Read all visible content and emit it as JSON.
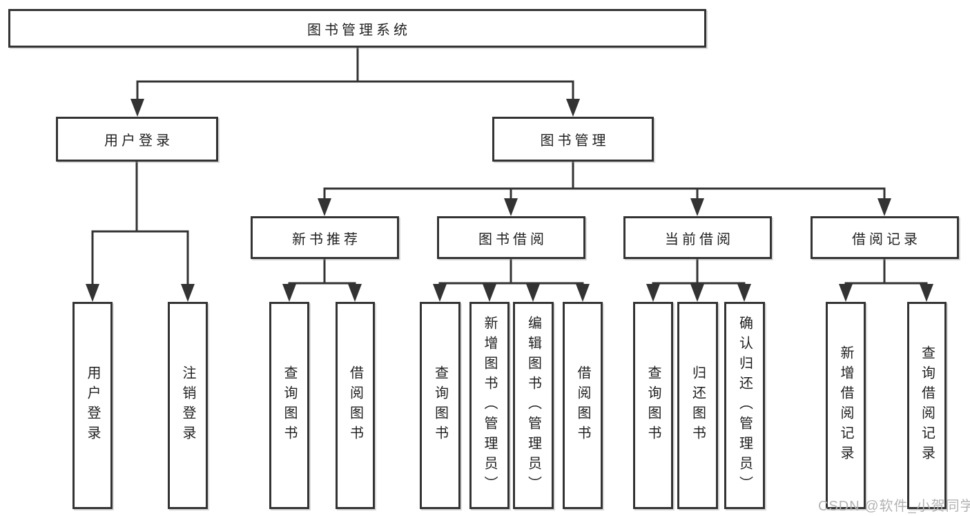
{
  "tree": {
    "root": {
      "label": "图书管理系统"
    },
    "branches": [
      {
        "label": "用户登录",
        "children": [
          {
            "label": "用户登录"
          },
          {
            "label": "注销登录"
          }
        ]
      },
      {
        "label": "图书管理",
        "groups": [
          {
            "label": "新书推荐",
            "children": [
              {
                "label": "查询图书"
              },
              {
                "label": "借阅图书"
              }
            ]
          },
          {
            "label": "图书借阅",
            "children": [
              {
                "label": "查询图书"
              },
              {
                "label": "新增图书（管理员）"
              },
              {
                "label": "编辑图书（管理员）"
              },
              {
                "label": "借阅图书"
              }
            ]
          },
          {
            "label": "当前借阅",
            "children": [
              {
                "label": "查询图书"
              },
              {
                "label": "归还图书"
              },
              {
                "label": "确认归还（管理员）"
              }
            ]
          },
          {
            "label": "借阅记录",
            "children": [
              {
                "label": "新增借阅记录"
              },
              {
                "label": "查询借阅记录"
              }
            ]
          }
        ]
      }
    ]
  },
  "watermark": "CSDN @软件_小贺同学",
  "colors": {
    "line": "#333333",
    "text": "#1f1f1f",
    "watermark": "#b3b3b3",
    "background": "#ffffff"
  }
}
